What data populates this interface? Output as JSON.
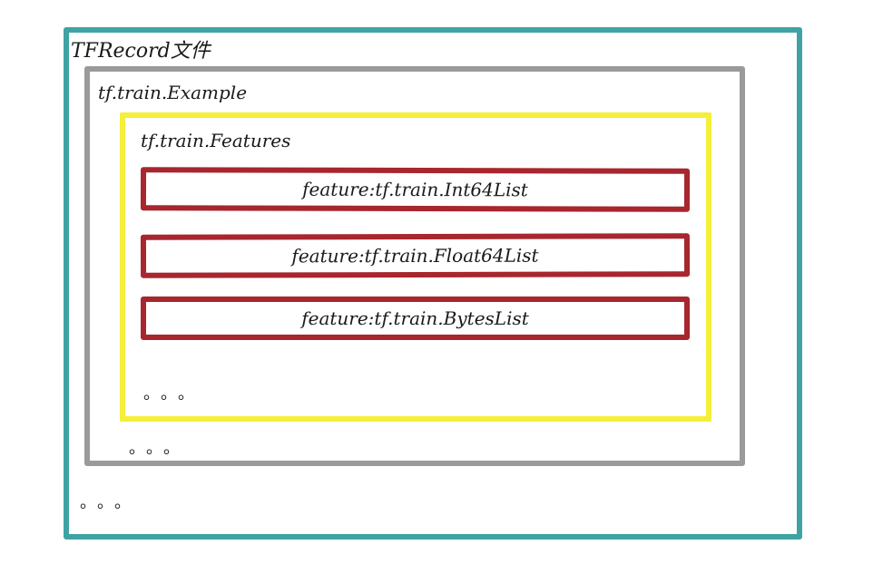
{
  "diagram": {
    "tfrecord_file": {
      "label": "TFRecord文件",
      "color": "#3fa3a4",
      "ellipsis": "。。。"
    },
    "example": {
      "label": "tf.train.Example",
      "color": "#9a9a9a",
      "ellipsis": "。。。"
    },
    "features": {
      "label": "tf.train.Features",
      "color": "#f5ee3b",
      "ellipsis": "。。。",
      "feature_color": "#a8262e",
      "items": [
        {
          "label": "feature:tf.train.Int64List"
        },
        {
          "label": "feature:tf.train.Float64List"
        },
        {
          "label": "feature:tf.train.BytesList"
        }
      ]
    }
  }
}
